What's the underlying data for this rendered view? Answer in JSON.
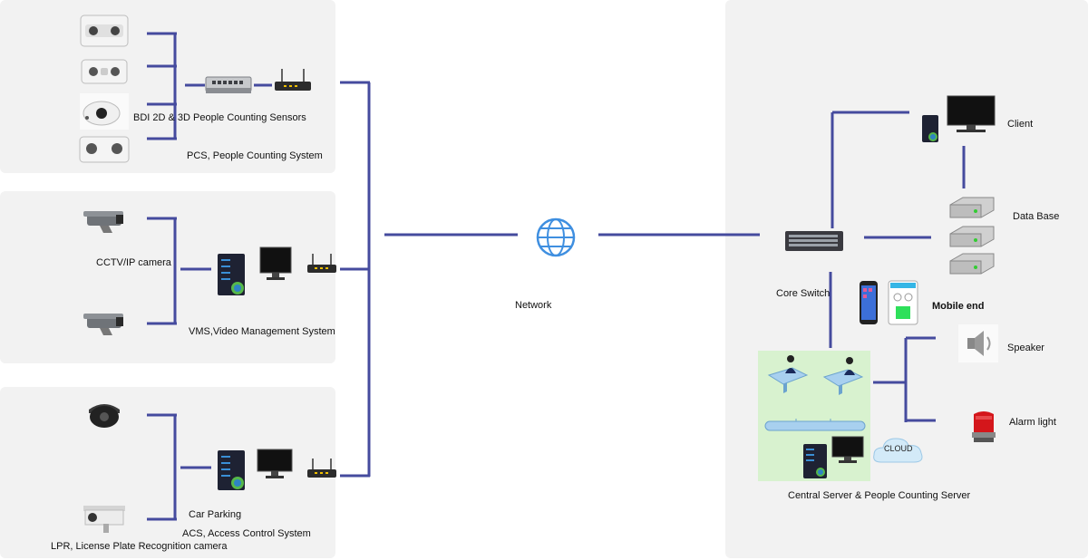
{
  "colors": {
    "line": "#454b9e",
    "panel": "#f2f2f2",
    "green_zone": "#d8f2cf"
  },
  "labels": {
    "bdi_sensors": "BDI 2D & 3D People Counting Sensors",
    "pcs": "PCS, People Counting System",
    "cctv": "CCTV/IP  camera",
    "vms": "VMS,Video Management System",
    "car_parking": "Car Parking",
    "acs": "ACS, Access Control System",
    "lpr": "LPR, License Plate Recognition camera",
    "network": "Network",
    "core_switch": "Core Switch",
    "client": "Client",
    "database": "Data Base",
    "mobile": "Mobile end",
    "speaker": "Speaker",
    "alarm": "Alarm light",
    "cloud": "CLOUD",
    "central": "Central Server & People Counting Server"
  },
  "icons": {
    "sensor": "people-counting-sensor-icon",
    "dome": "dome-sensor-icon",
    "poe_switch": "poe-switch-icon",
    "router": "router-icon",
    "bullet_camera": "bullet-camera-icon",
    "dome_camera": "dome-camera-icon",
    "lpr_camera": "lpr-camera-icon",
    "server": "server-icon",
    "monitor": "monitor-icon",
    "globe": "globe-icon",
    "core_switch": "core-switch-icon",
    "database": "database-icon",
    "phone": "phone-icon",
    "tablet": "tablet-icon",
    "speaker": "speaker-icon",
    "alarm": "alarm-light-icon",
    "cloud": "cloud-icon",
    "operator": "operator-icon"
  }
}
